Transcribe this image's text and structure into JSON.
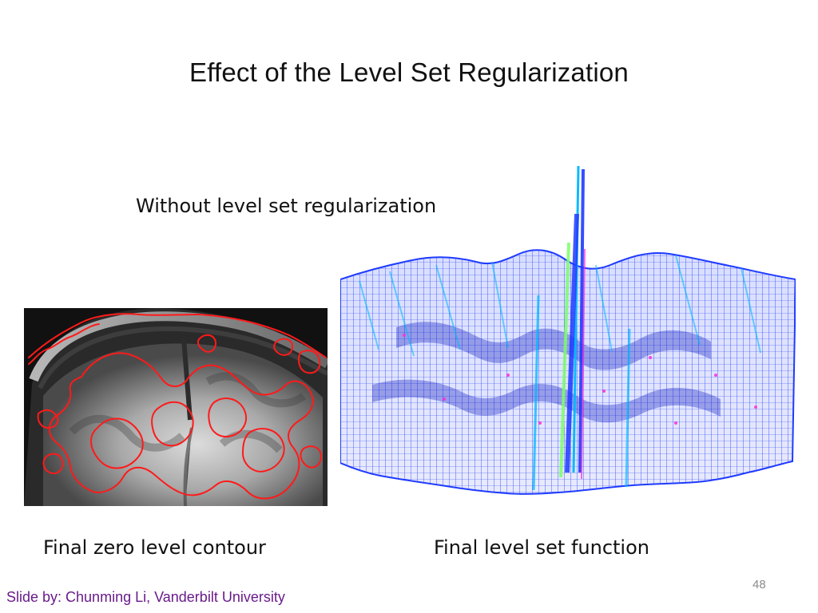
{
  "slide": {
    "title": "Effect of the Level Set Regularization",
    "subtitle": "Without level set regularization",
    "page_number": "48",
    "credit": "Slide by: Chunming Li, Vanderbilt  University"
  },
  "figures": {
    "left": {
      "caption": "Final zero level contour",
      "contour_color": "#ff1a1a"
    },
    "right": {
      "caption": "Final level set function",
      "mesh_color": "#1f3bff",
      "highlight_colors": [
        "#00b7ff",
        "#7cff6b",
        "#ff2bd6"
      ]
    }
  },
  "colors": {
    "title": "#111111",
    "credit": "#6a1b8a",
    "page_number": "#8a8a8a"
  }
}
